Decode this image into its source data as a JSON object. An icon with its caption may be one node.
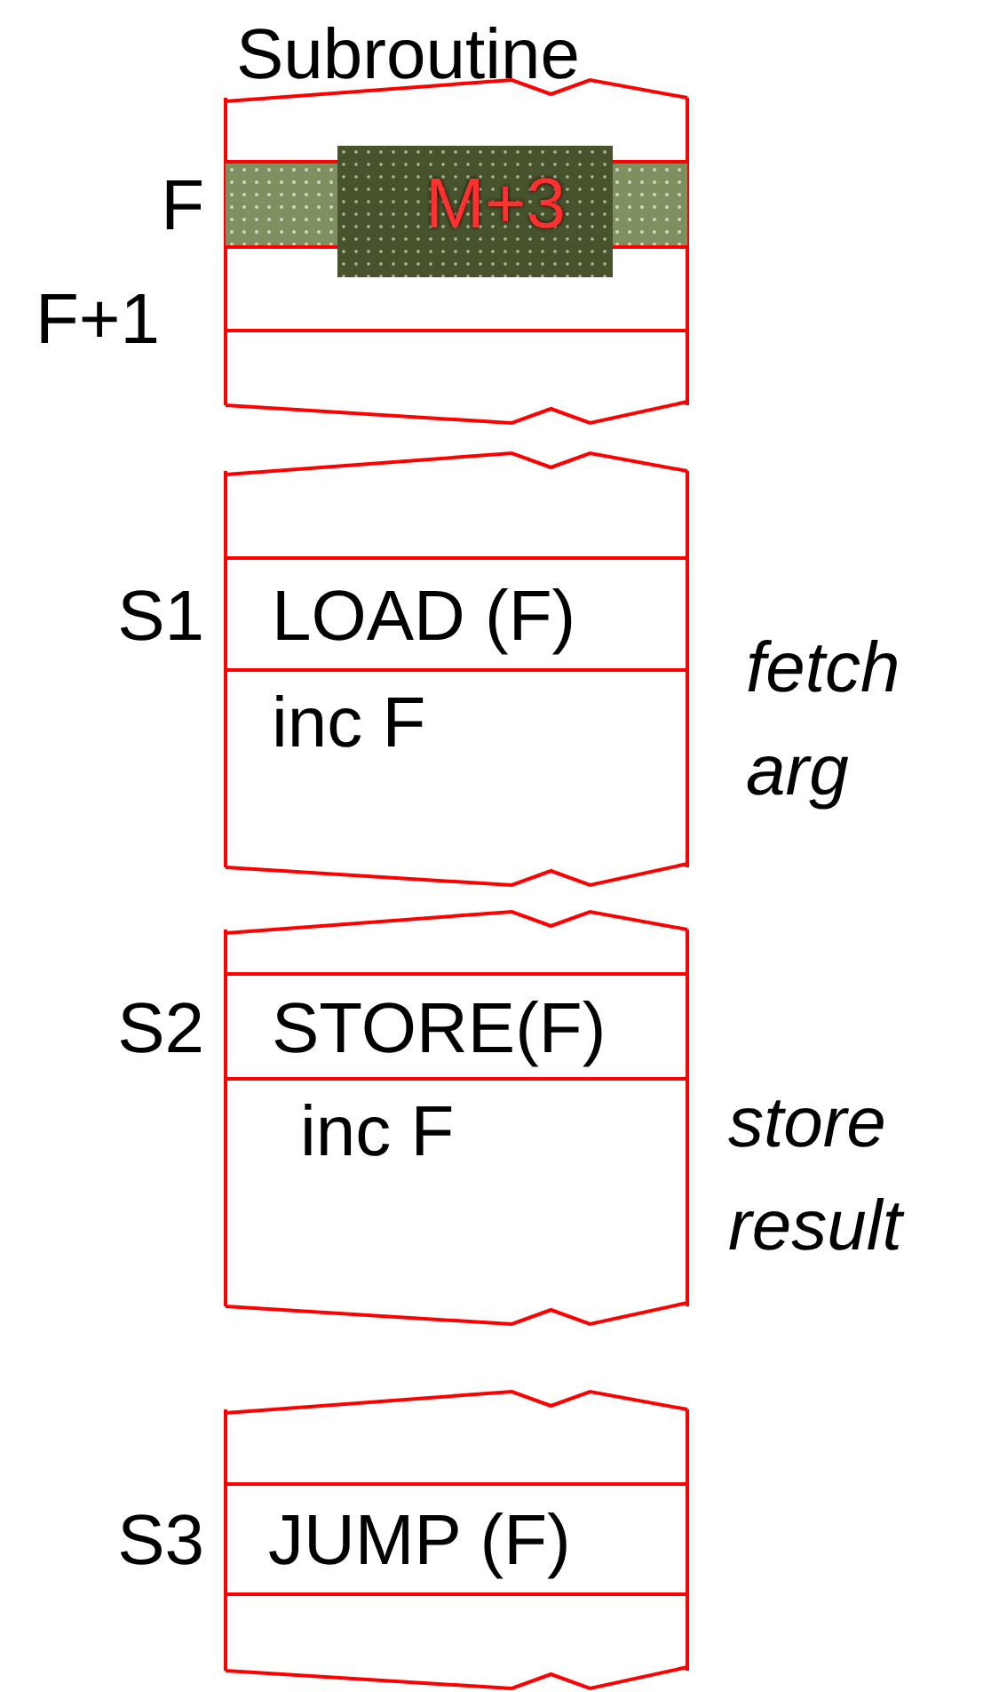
{
  "diagram": {
    "title": "Subroutine",
    "nodes": [
      {
        "text": [],
        "shape": "box"
      },
      {
        "text": [
          "M+3"
        ],
        "in": 0,
        "beside": [
          "F"
        ]
      },
      {
        "text": [],
        "shape": "box"
      },
      {
        "text": [
          "LOAD (F)"
        ],
        "in": 2,
        "beside": [
          "S1"
        ]
      },
      {
        "text": [
          "inc F"
        ],
        "in": 2
      },
      {
        "text": [],
        "shape": "box"
      },
      {
        "text": [
          "STORE(F)"
        ],
        "in": 5,
        "beside": [
          "S2"
        ]
      },
      {
        "text": [
          "inc F"
        ],
        "in": 5
      },
      {
        "text": [],
        "shape": "box"
      },
      {
        "text": [
          "JUMP (F)"
        ],
        "in": 8,
        "beside": [
          "S3"
        ]
      }
    ],
    "labels": [
      "F+1",
      "fetch arg",
      "store result"
    ]
  }
}
